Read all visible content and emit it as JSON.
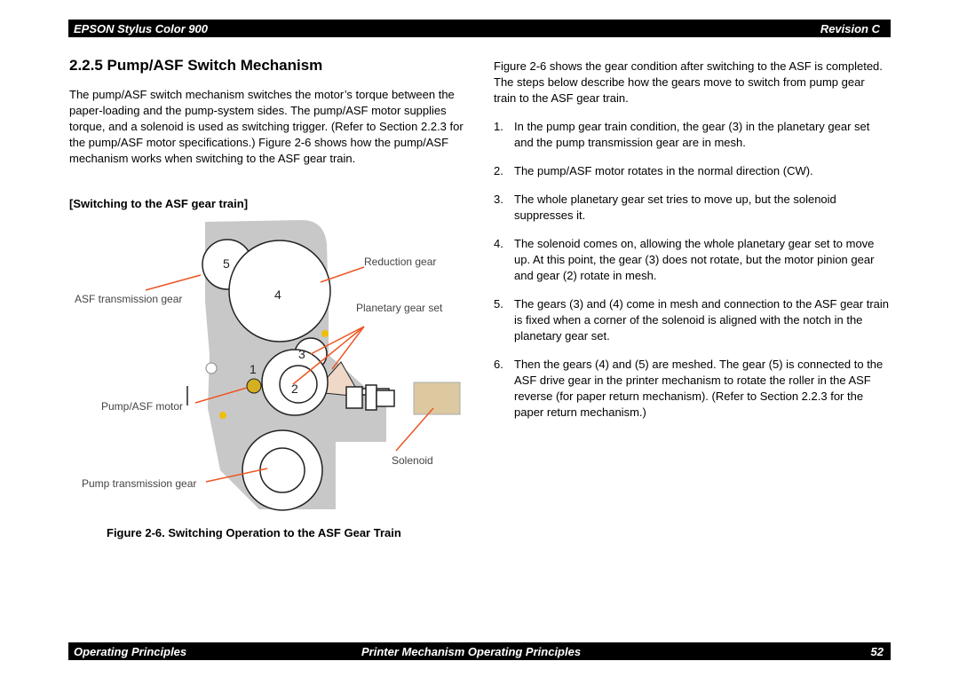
{
  "header": {
    "left": "EPSON Stylus Color 900",
    "right": "Revision C"
  },
  "section": {
    "title": "2.2.5 Pump/ASF Switch Mechanism",
    "intro": "The pump/ASF switch mechanism switches the motor’s torque between the paper-loading and the pump-system sides. The pump/ASF motor supplies torque, and a solenoid is used as switching trigger. (Refer to Section 2.2.3 for the pump/ASF motor specifications.) Figure 2-6 shows how the pump/ASF mechanism works when switching to the ASF gear train.",
    "subheading": "[Switching to the ASF gear train]"
  },
  "figure": {
    "labels": {
      "reduction_gear": "Reduction gear",
      "asf_transmission_gear": "ASF transmission gear",
      "planetary_gear_set": "Planetary gear set",
      "pump_asf_motor": "Pump/ASF motor",
      "solenoid": "Solenoid",
      "pump_transmission_gear": "Pump transmission gear"
    },
    "gear_numbers": [
      "1",
      "2",
      "3",
      "4",
      "5"
    ],
    "caption": "Figure 2-6. Switching Operation to the ASF Gear Train",
    "colors": {
      "frame": "#c8c8c8",
      "leader": "#ee5522",
      "motor_dot": "#d4b020",
      "solenoid_body": "#dcc9a0",
      "notch": "#f0d8c8"
    }
  },
  "right_column": {
    "intro": "Figure 2-6 shows the gear condition after switching to the ASF is completed. The steps below describe how the gears move to switch from pump gear train to  the ASF gear train.",
    "steps": [
      {
        "num": "1.",
        "text": "In the pump gear train condition, the gear (3) in the planetary gear set and the pump transmission gear are in mesh."
      },
      {
        "num": "2.",
        "text": "The pump/ASF motor rotates in the normal direction (CW)."
      },
      {
        "num": "3.",
        "text": "The whole planetary gear set tries to move up, but the solenoid suppresses it."
      },
      {
        "num": "4.",
        "text": "The solenoid comes on, allowing the whole planetary gear set to move up. At this point, the gear (3) does not rotate, but the motor pinion gear and gear (2) rotate in mesh."
      },
      {
        "num": "5.",
        "text": "The gears (3) and (4) come in mesh and connection to the ASF gear train is fixed when a corner of the solenoid is aligned with the notch in the planetary gear set."
      },
      {
        "num": "6.",
        "text": "Then the gears (4) and (5) are meshed. The gear (5) is connected to the ASF drive gear in the printer mechanism to rotate the roller in the ASF reverse (for paper return mechanism). (Refer to Section 2.2.3 for the paper return mechanism.)"
      }
    ]
  },
  "footer": {
    "left": "Operating Principles",
    "center": "Printer Mechanism Operating Principles",
    "right": "52"
  }
}
